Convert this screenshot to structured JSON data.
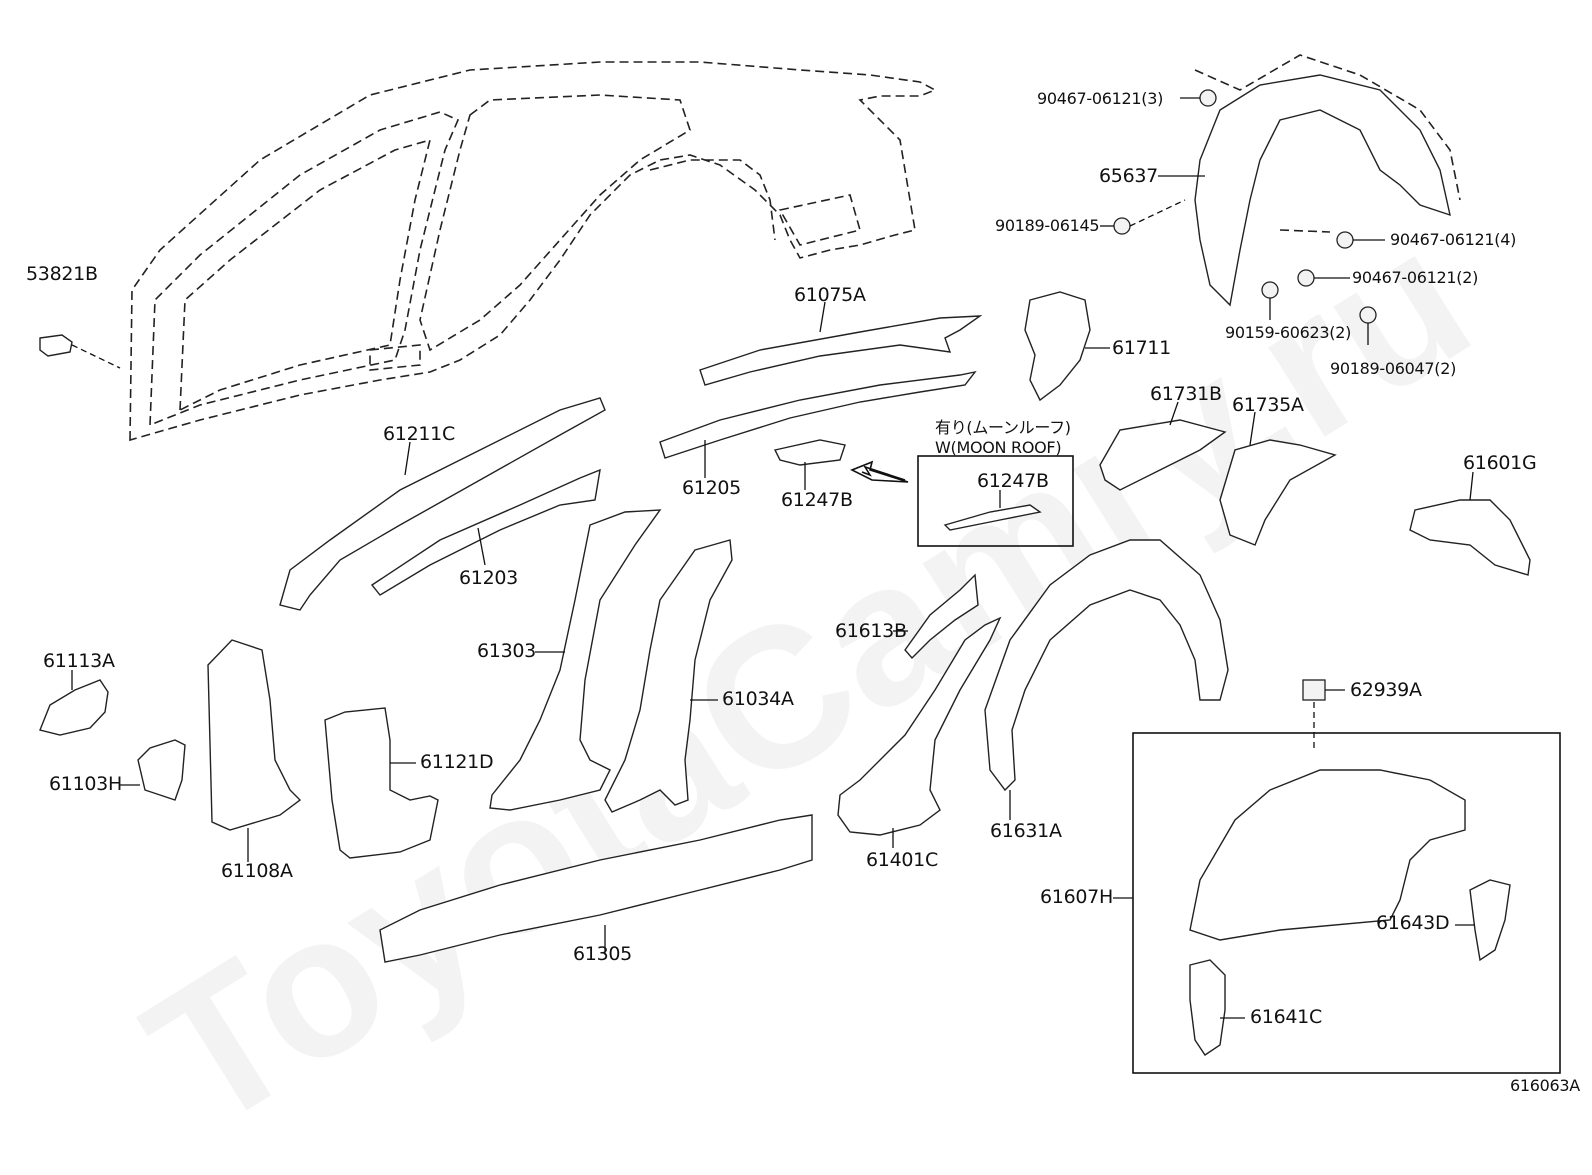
{
  "watermark": "ToyotaCamry.ru",
  "diagram_code": "616063A",
  "moon_roof_note": {
    "jp": "有り(ムーンルーフ)",
    "en": "W(MOON ROOF)"
  },
  "parts": [
    {
      "id": "p1",
      "label": "53821B"
    },
    {
      "id": "p2",
      "label": "61075A"
    },
    {
      "id": "p3",
      "label": "61711"
    },
    {
      "id": "p4",
      "label": "61211C"
    },
    {
      "id": "p5",
      "label": "61205"
    },
    {
      "id": "p6",
      "label": "61247B"
    },
    {
      "id": "p7",
      "label": "61247B"
    },
    {
      "id": "p8",
      "label": "61203"
    },
    {
      "id": "p9",
      "label": "61731B"
    },
    {
      "id": "p10",
      "label": "61735A"
    },
    {
      "id": "p11",
      "label": "61601G"
    },
    {
      "id": "p12",
      "label": "90467-06121(3)"
    },
    {
      "id": "p13",
      "label": "65637"
    },
    {
      "id": "p14",
      "label": "90189-06145"
    },
    {
      "id": "p15",
      "label": "90467-06121(4)"
    },
    {
      "id": "p16",
      "label": "90467-06121(2)"
    },
    {
      "id": "p17",
      "label": "90159-60623(2)"
    },
    {
      "id": "p18",
      "label": "90189-06047(2)"
    },
    {
      "id": "p19",
      "label": "61113A"
    },
    {
      "id": "p20",
      "label": "61103H"
    },
    {
      "id": "p21",
      "label": "61108A"
    },
    {
      "id": "p22",
      "label": "61121D"
    },
    {
      "id": "p23",
      "label": "61303"
    },
    {
      "id": "p24",
      "label": "61034A"
    },
    {
      "id": "p25",
      "label": "61613B"
    },
    {
      "id": "p26",
      "label": "61401C"
    },
    {
      "id": "p27",
      "label": "61631A"
    },
    {
      "id": "p28",
      "label": "62939A"
    },
    {
      "id": "p29",
      "label": "61607H"
    },
    {
      "id": "p30",
      "label": "61643D"
    },
    {
      "id": "p31",
      "label": "61641C"
    },
    {
      "id": "p32",
      "label": "61305"
    }
  ]
}
